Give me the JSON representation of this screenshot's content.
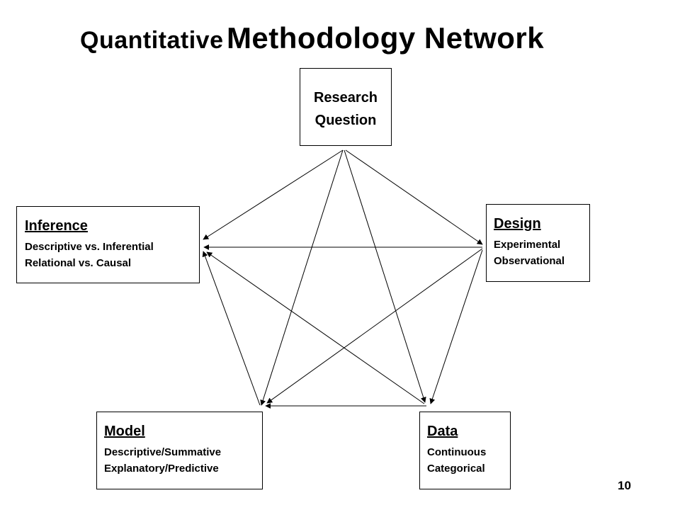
{
  "title": {
    "part1": "Quantitative",
    "part2": "Methodology Network"
  },
  "nodes": {
    "research": {
      "line1": "Research",
      "line2": "Question"
    },
    "inference": {
      "heading": "Inference",
      "line1": "Descriptive vs. Inferential",
      "line2": "Relational vs. Causal"
    },
    "design": {
      "heading": "Design",
      "line1": "Experimental",
      "line2": "Observational"
    },
    "model": {
      "heading": "Model",
      "line1": "Descriptive/Summative",
      "line2": "Explanatory/Predictive"
    },
    "data": {
      "heading": "Data",
      "line1": "Continuous",
      "line2": "Categorical"
    }
  },
  "page_number": "10"
}
